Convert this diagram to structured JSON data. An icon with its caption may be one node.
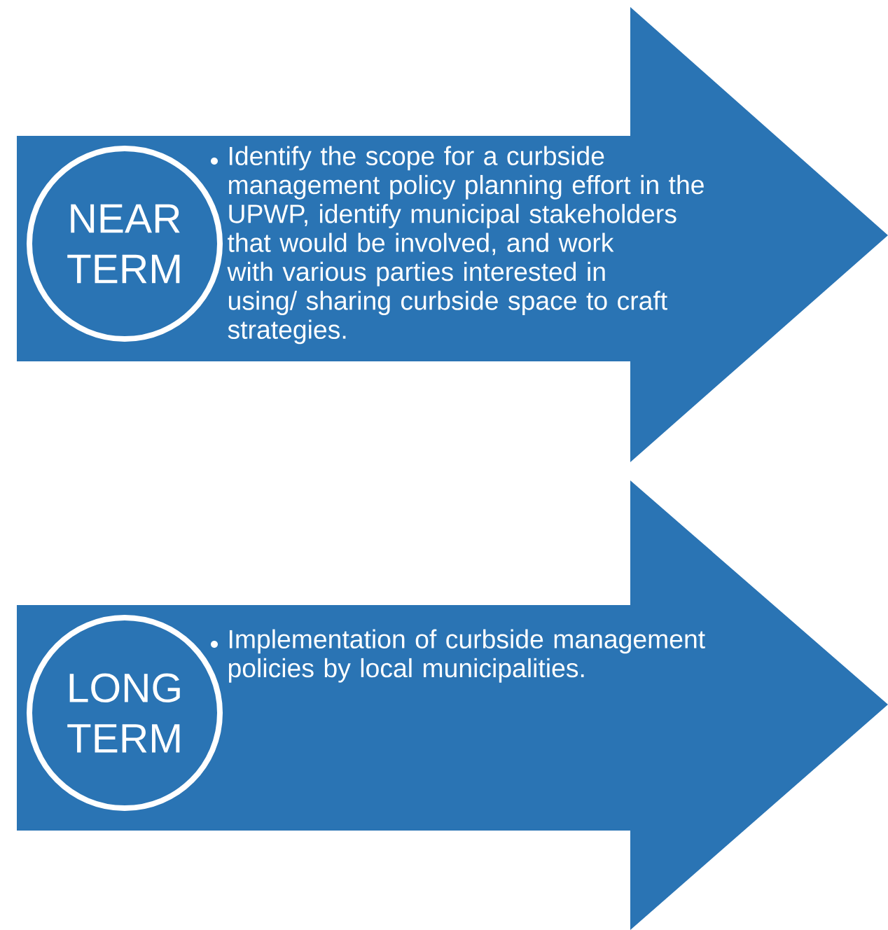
{
  "diagram": {
    "nodes": [
      {
        "text": [
          "Identify the scope for a curbside management policy planning effort in the UPWP, identify municipal stakeholders that would be involved, and work with various parties interested in using/ sharing curbside space to craft strategies."
        ]
      },
      {
        "text": [
          "NEAR TERM"
        ],
        "in": 0
      },
      {
        "text": [
          "Implementation of curbside management policies by local municipalities."
        ]
      },
      {
        "text": [
          "LONG TERM"
        ],
        "in": 2
      }
    ]
  }
}
